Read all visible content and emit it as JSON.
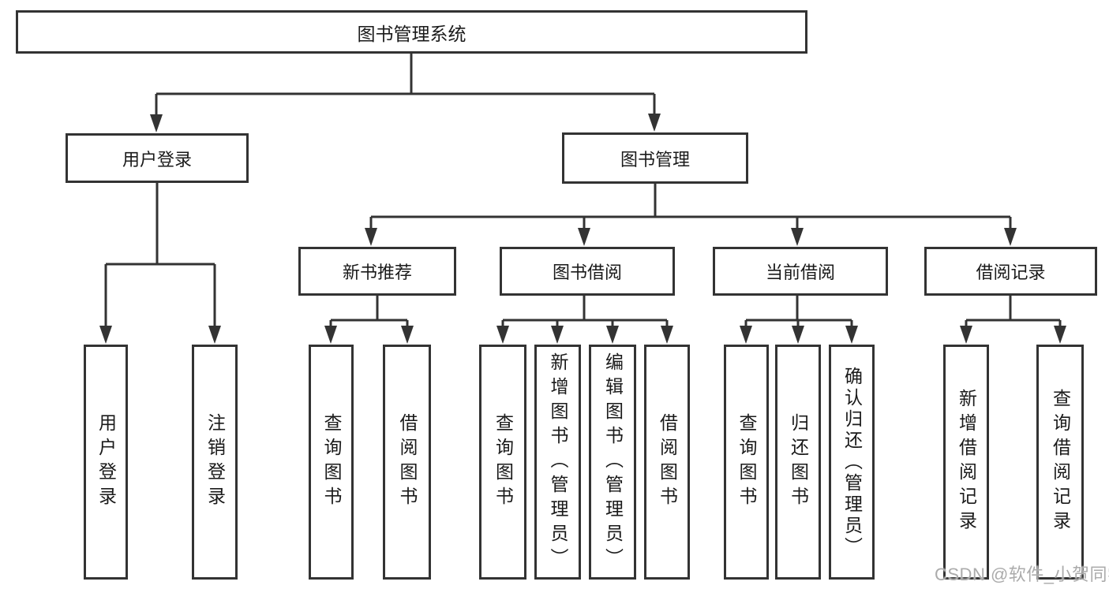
{
  "tree": {
    "root": "图书管理系统",
    "branches": [
      {
        "label": "用户登录",
        "children": [
          "用户登录",
          "注销登录"
        ]
      },
      {
        "label": "图书管理",
        "children": [
          {
            "label": "新书推荐",
            "children": [
              "查询图书",
              "借阅图书"
            ]
          },
          {
            "label": "图书借阅",
            "children": [
              "查询图书",
              "新增图书（管理员）",
              "编辑图书（管理员）",
              "借阅图书"
            ]
          },
          {
            "label": "当前借阅",
            "children": [
              "查询图书",
              "归还图书",
              "确认归还（管理员）"
            ]
          },
          {
            "label": "借阅记录",
            "children": [
              "新增借阅记录",
              "查询借阅记录"
            ]
          }
        ]
      }
    ]
  },
  "watermark": {
    "text": "CSDN @软件_小贺同学"
  },
  "colors": {
    "line": "#333333",
    "box_border": "#333333",
    "text": "#1a1a1a",
    "background": "#ffffff",
    "watermark": "#ababab"
  }
}
